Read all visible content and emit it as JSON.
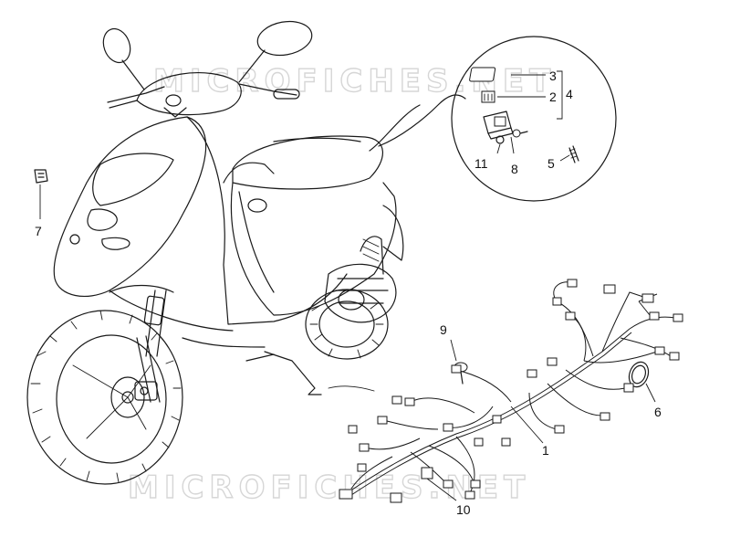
{
  "watermark": {
    "top": "MICROFICHES.NET",
    "bottom": "MICROFICHES.NET"
  },
  "callouts": [
    {
      "id": "label-1",
      "text": "1"
    },
    {
      "id": "label-2",
      "text": "2"
    },
    {
      "id": "label-3",
      "text": "3"
    },
    {
      "id": "label-4",
      "text": "4"
    },
    {
      "id": "label-5",
      "text": "5"
    },
    {
      "id": "label-6",
      "text": "6"
    },
    {
      "id": "label-7",
      "text": "7"
    },
    {
      "id": "label-8",
      "text": "8"
    },
    {
      "id": "label-9",
      "text": "9"
    },
    {
      "id": "label-10",
      "text": "10"
    },
    {
      "id": "label-11",
      "text": "11"
    }
  ]
}
